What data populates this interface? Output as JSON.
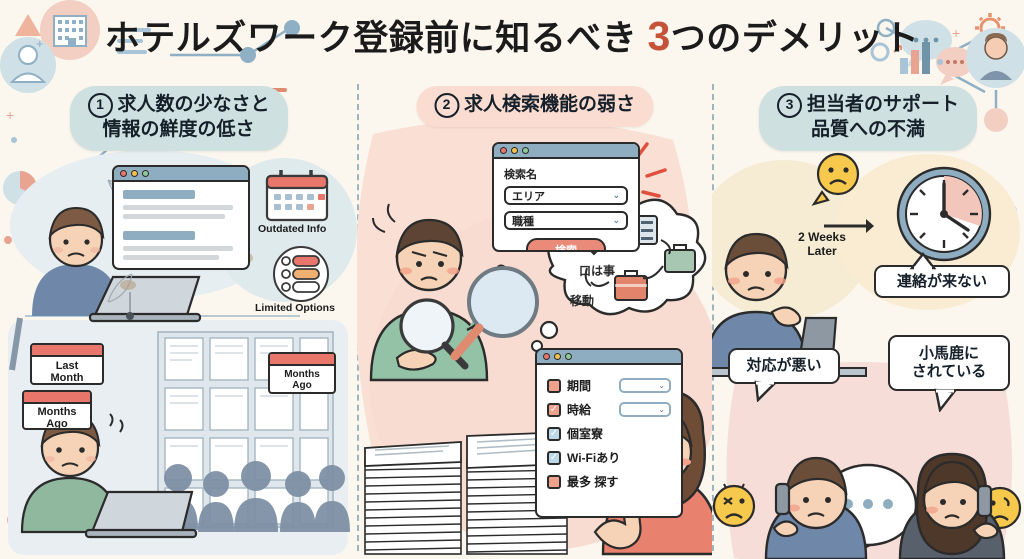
{
  "page": {
    "title_main": "ホテルズワーク登録前に知るべき ",
    "title_accent": "3",
    "title_tail": "つのデメリット",
    "bg_color": "#fbf7ef"
  },
  "columns": [
    {
      "number": "1",
      "heading_line1": "求人数の少なさと",
      "heading_line2": "情報の鮮度の低さ",
      "pill_color": "#cfe0e0",
      "captions": {
        "outdated": "Outdated Info",
        "limited": "Limited Options"
      },
      "calendars": [
        {
          "line1": "Last",
          "line2": "Month"
        },
        {
          "line1": "Months",
          "line2": "Ago"
        },
        {
          "line1": "Months",
          "line2": "Ago"
        }
      ]
    },
    {
      "number": "2",
      "heading_line1": "求人検索機能の弱さ",
      "heading_line2": "",
      "pill_color": "#fadcd0",
      "search_form": {
        "label": "検索名",
        "select_area": "エリア",
        "select_job": "職種",
        "button": "検索",
        "chevron": "⌄"
      },
      "filter_window": {
        "rows": [
          {
            "label": "期間",
            "state": "unchecked",
            "has_select": true
          },
          {
            "label": "時給",
            "state": "checked-peach",
            "has_select": true
          },
          {
            "label": "個室寮",
            "state": "checked-blue",
            "has_select": false
          },
          {
            "label": "Wi-Fiあり",
            "state": "checked-blue",
            "has_select": false
          },
          {
            "label": "最多 探す",
            "state": "unchecked",
            "has_select": false
          }
        ],
        "check_glyph": "✓"
      },
      "thought_bubble": {
        "text": "口は事",
        "text2": "移動"
      }
    },
    {
      "number": "3",
      "heading_line1": "担当者のサポート",
      "heading_line2": "品質への不満",
      "pill_color": "#cfe0e0",
      "wait_label_l1": "2 Weeks",
      "wait_label_l2": "Later",
      "bubble_no_contact": "連絡が来ない",
      "bubble_bad_support": "対応が悪い",
      "bubble_mocked_l1": "小馬鹿に",
      "bubble_mocked_l2": "されている",
      "chat_dots": "● ● ●"
    }
  ],
  "decor": {
    "building_icon": "building-icon",
    "person_icon": "person-icon",
    "gear_icon": "gear-icon",
    "chart_icon": "bar-chart-icon",
    "chat_icon": "chat-bubble-icon"
  }
}
